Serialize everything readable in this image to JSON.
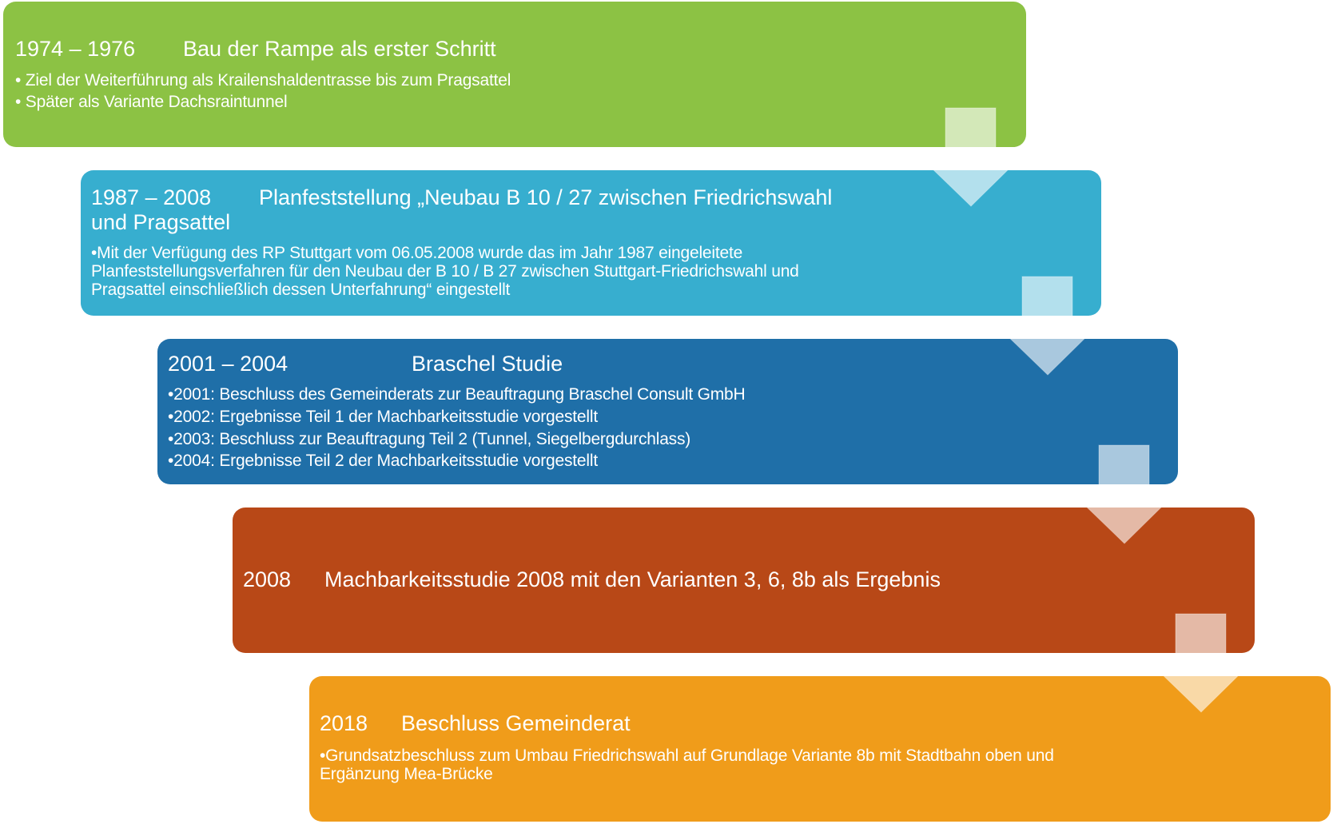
{
  "colors": {
    "step1": "#8CC244",
    "step2": "#37AECF",
    "step3": "#1F6FA8",
    "step4": "#B84817",
    "step5": "#F09C1A",
    "arrow": "#FFFFFF"
  },
  "steps": [
    {
      "years": "1974 – 1976",
      "title": "Bau der Rampe als erster Schritt",
      "title_line2": "",
      "bullets": [
        "• Ziel der Weiterführung als Krailenshaldentrasse bis zum Pragsattel",
        "• Später als Variante Dachsraintunnel"
      ]
    },
    {
      "years": "1987 – 2008",
      "title": "Planfeststellung „Neubau B 10 / 27 zwischen Friedrichswahl",
      "title_line2": "und Pragsattel",
      "bullets": [
        "•Mit der Verfügung des RP Stuttgart vom 06.05.2008 wurde das im Jahr 1987 eingeleitete",
        " Planfeststellungsverfahren  für den Neubau der B 10 / B 27 zwischen  Stuttgart-Friedrichswahl  und",
        " Pragsattel einschließlich dessen Unterfahrung“ eingestellt"
      ]
    },
    {
      "years": "2001 – 2004",
      "title": "Braschel Studie",
      "title_line2": "",
      "bullets": [
        "•2001: Beschluss des Gemeinderats zur Beauftragung Braschel Consult GmbH",
        "•2002: Ergebnisse Teil 1 der Machbarkeitsstudie vorgestellt",
        "•2003: Beschluss zur Beauftragung  Teil 2 (Tunnel,  Siegelbergdurchlass)",
        "•2004: Ergebnisse Teil 2 der Machbarkeitsstudie vorgestellt"
      ]
    },
    {
      "years": "2008",
      "title": "Machbarkeitsstudie 2008 mit den Varianten 3, 6, 8b als Ergebnis",
      "title_line2": "",
      "bullets": []
    },
    {
      "years": "2018",
      "title": "Beschluss Gemeinderat",
      "title_line2": "",
      "bullets": [
        "•Grundsatzbeschluss zum  Umbau  Friedrichswahl  auf Grundlage  Variante 8b mit Stadtbahn  oben und",
        " Ergänzung  Mea-Brücke"
      ]
    }
  ]
}
